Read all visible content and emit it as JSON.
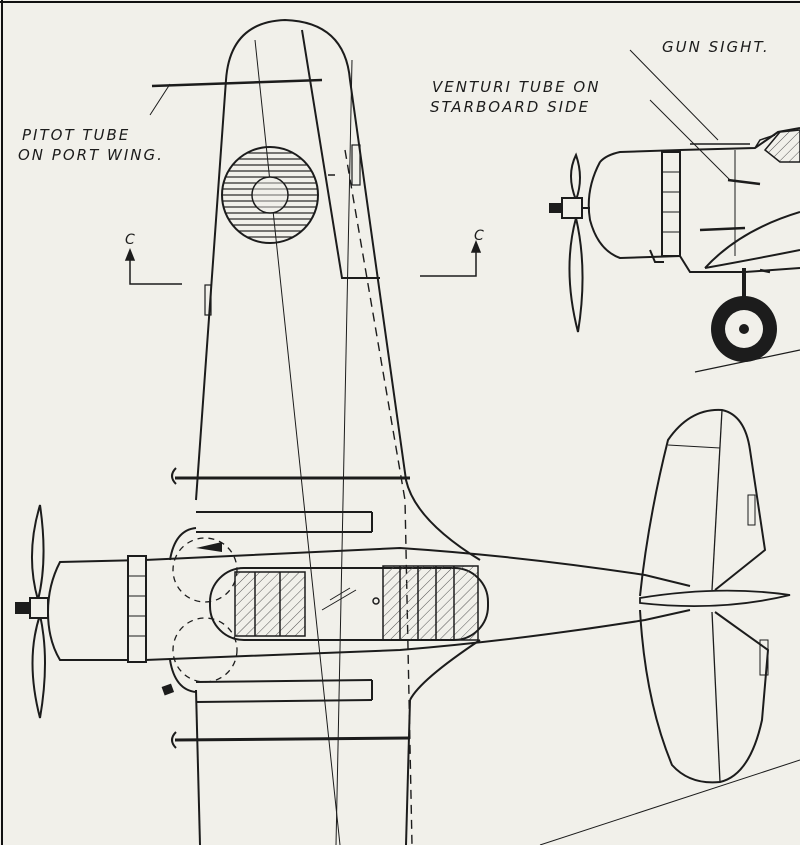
{
  "annotations": {
    "pitot_line1": "PITOT TUBE",
    "pitot_line2": "ON PORT WING.",
    "venturi_line1": "VENTURI TUBE ON",
    "venturi_line2": "STARBOARD SIDE",
    "gun_sight": "GUN SIGHT.",
    "section_left": "C",
    "section_right": "C"
  },
  "colors": {
    "paper": "#f1f0ea",
    "ink": "#1c1c1c"
  }
}
